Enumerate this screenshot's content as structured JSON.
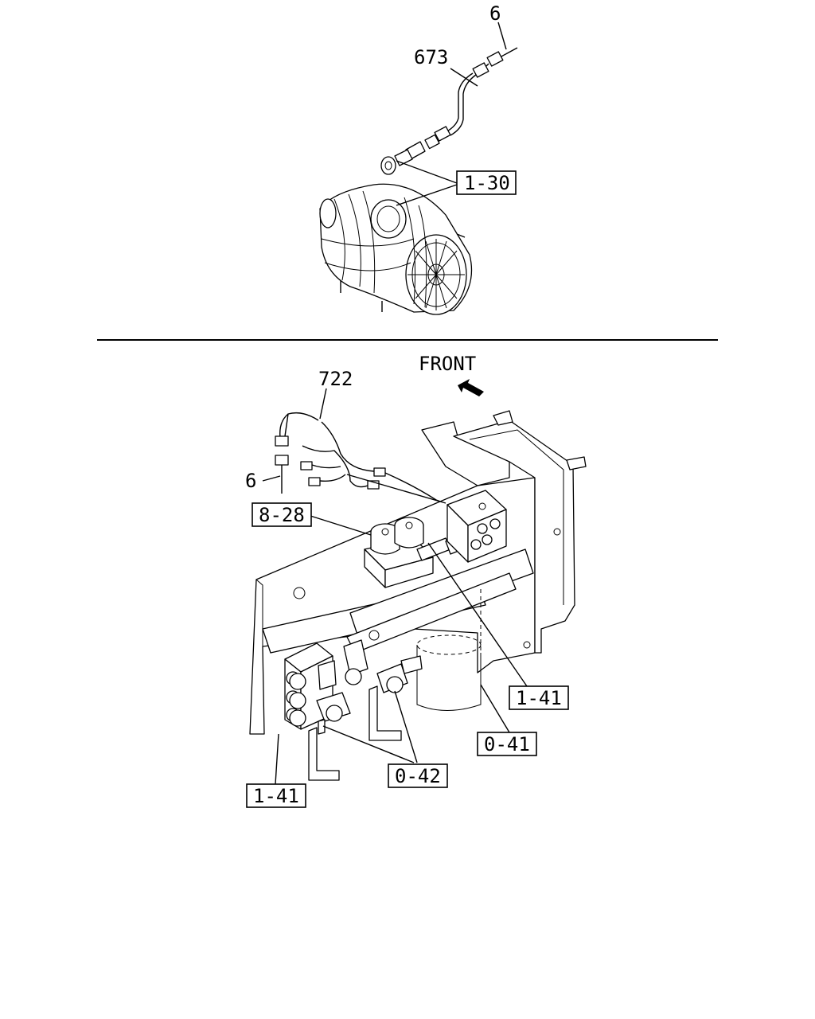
{
  "top_section": {
    "callouts": {
      "part_6": "6",
      "part_673": "673",
      "ref_1_30": "1-30"
    }
  },
  "bottom_section": {
    "front_label": "FRONT",
    "callouts": {
      "part_722": "722",
      "part_6": "6",
      "ref_8_28": "8-28",
      "ref_1_41_right": "1-41",
      "ref_0_41": "0-41",
      "ref_0_42": "0-42",
      "ref_1_41_left": "1-41"
    }
  },
  "icons": {
    "front_arrow": "front-arrow-icon"
  }
}
